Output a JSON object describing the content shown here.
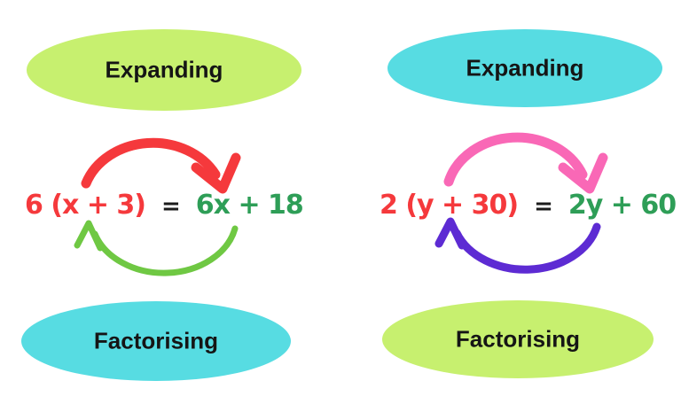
{
  "diagrams": [
    {
      "name": "x-example",
      "top_label": "Expanding",
      "bottom_label": "Factorising",
      "top_ellipse_color": "#c7f06f",
      "bottom_ellipse_color": "#57dce2",
      "top_arrow_color": "#f5393c",
      "bottom_arrow_color": "#6fc843",
      "equation": {
        "lhs": "6 (x + 3)",
        "equals": "=",
        "rhs": "6x + 18",
        "lhs_color": "#f5393c",
        "equals_color": "#1b1b1b",
        "rhs_color": "#2e9e57"
      }
    },
    {
      "name": "y-example",
      "top_label": "Expanding",
      "bottom_label": "Factorising",
      "top_ellipse_color": "#57dce2",
      "bottom_ellipse_color": "#c7f06f",
      "top_arrow_color": "#f968b6",
      "bottom_arrow_color": "#5d2bd3",
      "equation": {
        "lhs": "2 (y + 30)",
        "equals": "=",
        "rhs": "2y + 60",
        "lhs_color": "#f5393c",
        "equals_color": "#1b1b1b",
        "rhs_color": "#2e9e57"
      }
    }
  ]
}
